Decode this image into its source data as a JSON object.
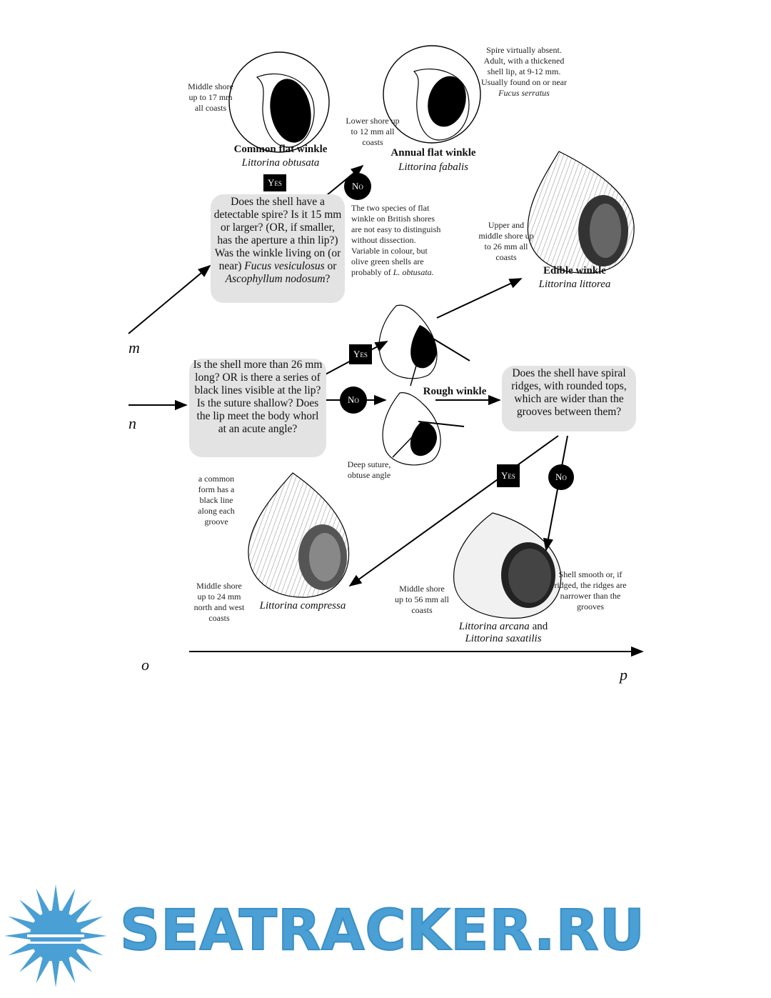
{
  "flow_letters": {
    "m": "m",
    "n": "n",
    "o": "o",
    "p": "p"
  },
  "species": {
    "common_flat": {
      "name": "Common flat winkle",
      "latin": "Littorina obtusata",
      "note": "Middle shore up to 17 mm all coasts"
    },
    "annual_flat": {
      "name": "Annual flat winkle",
      "latin": "Littorina fabalis",
      "note": "Lower shore up to 12 mm all coasts",
      "note2": "Spire virtually absent. Adult, with a thickened shell lip, at 9-12 mm. Usually found on or near",
      "note2_italic": "Fucus serratus"
    },
    "edible": {
      "name": "Edible winkle",
      "latin": "Littorina littorea",
      "note": "Upper and middle shore up to 26 mm all coasts"
    },
    "rough": {
      "name": "Rough winkle",
      "note": "Deep suture, obtuse angle"
    },
    "compressa": {
      "latin": "Littorina compressa",
      "note": "Middle shore up to 24 mm north and west coasts",
      "note2": "a common form has a black line along each groove"
    },
    "arcana": {
      "latin1": "Littorina arcana",
      "and": "and",
      "latin2": "Littorina saxatilis",
      "note": "Middle shore up to 56 mm all coasts",
      "note2": "Shell smooth or, if ridged, the ridges are narrower than the grooves"
    }
  },
  "questions": {
    "q1": {
      "line1": "Does the shell have a detectable spire? Is it 15 mm or larger? (",
      "or": "OR",
      "line2": ", if smaller, has the aperture a thin lip?) Was the winkle living on (or near)",
      "italic1": "Fucus vesiculosus",
      "mid": "or",
      "italic2": "Ascophyllum nodosum",
      "end": "?"
    },
    "q2": {
      "part1": "Is the shell more than 26 mm long?",
      "or": "OR",
      "part2": "is there a series of black lines visible at the lip? Is the suture shallow? Does the lip meet the body whorl at an acute angle?"
    },
    "q3": {
      "text": "Does the shell have spiral ridges, with rounded tops, which are wider than the grooves between them?"
    }
  },
  "side_note": {
    "text": "The two species of flat winkle on British shores are not easy to distinguish without dissection. Variable in colour, but olive green shells are probably of",
    "italic": "L. obtusata."
  },
  "labels": {
    "yes": "Yes",
    "no": "No"
  },
  "watermark": "SEATRACKER.RU",
  "colors": {
    "watermark": "#4a9fd4",
    "question_box": "#e3e3e3"
  }
}
